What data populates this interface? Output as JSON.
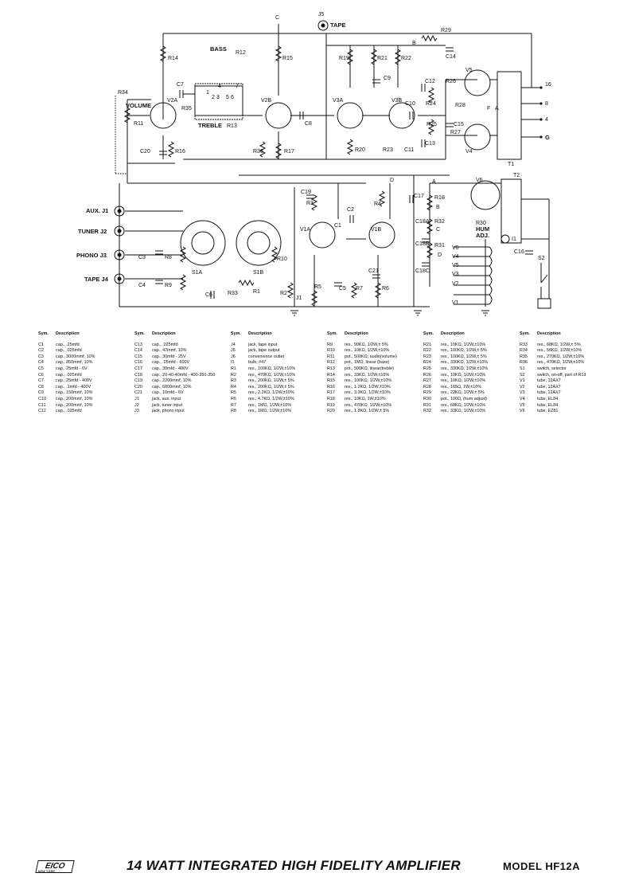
{
  "labels": {
    "c_top": "C",
    "j5": "J5",
    "tape_top": "TAPE",
    "r29": "R29",
    "c14": "C14",
    "r14": "R14",
    "bass": "BASS",
    "r12": "R12",
    "r15": "R15",
    "r19": "R19",
    "r21": "R21",
    "r22": "R22",
    "b_top": "B",
    "c9": "C9",
    "c12": "C12",
    "r26": "R26",
    "v5": "V5",
    "t16": "16",
    "c7": "C7",
    "v2a": "V2A",
    "r34": "R34",
    "volume": "VOLUME",
    "r35": "R35",
    "v2b": "V2B",
    "v3a": "V3A",
    "v3b": "V3B",
    "c10": "C10",
    "r24": "R24",
    "r28": "R28",
    "f": "F",
    "a_mid": "A",
    "t8": "8",
    "r11": "R11",
    "treble": "TREBLE",
    "r13": "R13",
    "c8": "C8",
    "r25": "R25",
    "c15": "C15",
    "t4": "4",
    "r27": "R27",
    "c13": "C13",
    "c11": "C11",
    "v4": "V4",
    "g": "G",
    "c20": "C20",
    "r16": "R16",
    "r36": "R36",
    "r17": "R17",
    "r20": "R20",
    "r23": "R23",
    "t1": "T1",
    "t2": "T2",
    "d": "D",
    "c19": "C19",
    "a_ps": "A",
    "c17": "C17",
    "r18": "R18",
    "v6": "V6",
    "r3": "R3",
    "r4": "R4",
    "b_ps": "B",
    "aux": "AUX. J1",
    "c2": "C2",
    "c18a": "C18A",
    "r32": "R32",
    "c_ps": "C",
    "r30": "R30",
    "hum": "HUM",
    "adj": "ADJ.",
    "tuner": "TUNER J2",
    "v1a": "V1A",
    "v1b": "V1B",
    "c1": "C1",
    "i1": "I1",
    "c18b": "C18B",
    "r31": "R31",
    "d_ps": "D",
    "v6h": "V6",
    "v4h": "V4",
    "v5h": "V5",
    "c16": "C16",
    "s2": "S2",
    "phono": "PHONO J3",
    "c3": "C3",
    "r8": "R8",
    "r10": "R10",
    "c21": "C21",
    "c18c": "C18C",
    "v3h": "V3",
    "r5": "R5",
    "c5": "C5",
    "r7": "R7",
    "r6": "R6",
    "v2h": "V2",
    "tape": "TAPE J4",
    "s1a": "S1A",
    "s1b": "S1B",
    "c4": "C4",
    "r9": "R9",
    "j1": "J1",
    "v1h": "V1",
    "c6": "C6",
    "r33": "R33",
    "r1": "R1",
    "r2": "R2",
    "p1": "1",
    "p2": "2",
    "p3": "3",
    "p4": "4",
    "p5": "5",
    "p6": "6",
    "p7": "7"
  },
  "parts_header": {
    "sym": "Sym.",
    "desc": "Description"
  },
  "parts": [
    [
      [
        "C1",
        "cap., .25mfd"
      ],
      [
        "C2",
        "cap., .025mfd"
      ],
      [
        "C3",
        "cap., 3000mmf, 10%"
      ],
      [
        "C4",
        "cap., 850mmf, 10%"
      ],
      [
        "C5",
        "cap., 25mfd - 6V"
      ],
      [
        "C6",
        "cap., .025mfd"
      ],
      [
        "C7",
        "cap., 25mfd - 400V"
      ],
      [
        "C8",
        "cap., .1mfd - 400V"
      ],
      [
        "C9",
        "cap., 150mmf, 10%"
      ],
      [
        "C10",
        "cap., 200mmf, 10%"
      ],
      [
        "C11",
        "cap., 200mmf, 10%"
      ],
      [
        "C12",
        "cap., .025mfd"
      ]
    ],
    [
      [
        "C13",
        "cap., .025mfd"
      ],
      [
        "C14",
        "cap., 47mmf, 10%"
      ],
      [
        "C15",
        "cap., 30mfd - 25V"
      ],
      [
        "C16",
        "cap., .05mfd - 600V"
      ],
      [
        "C17",
        "cap., 30mfd - 400V"
      ],
      [
        "C18",
        "cap., 20-40-40mfd - 400-350-350"
      ],
      [
        "C19",
        "cap., 2200mmf, 10%"
      ],
      [
        "C20",
        "cap., 6800mmf, 10%"
      ],
      [
        "C21",
        "cap., 10mfd - 6V"
      ],
      [
        "J1",
        "jack, aux, input"
      ],
      [
        "J2",
        "jack, tuner input"
      ],
      [
        "J3",
        "jack, phono input"
      ]
    ],
    [
      [
        "J4",
        "jack, tape input"
      ],
      [
        "J5",
        "jack, tape output"
      ],
      [
        "J6",
        "convenience outlet"
      ],
      [
        "I1",
        "bulb, #47"
      ],
      [
        "R1",
        "res., 100KΩ, 1/2W,±10%"
      ],
      [
        "R2",
        "res., 470KΩ, 1/2W,±10%"
      ],
      [
        "R3",
        "res., 200KΩ, 1/2W,± 5%"
      ],
      [
        "R4",
        "res., 200KΩ, 1/2W,± 5%"
      ],
      [
        "R5",
        "res., 2.2KΩ, 1/2W,±10%"
      ],
      [
        "R6",
        "res., 4.7KΩ, 1/2W,±10%"
      ],
      [
        "R7",
        "res., 1MΩ, 1/2W,±10%"
      ],
      [
        "R8",
        "res., 1MΩ, 1/2W,±10%"
      ]
    ],
    [
      [
        "R9",
        "res., 90KΩ, 1/2W,± 5%"
      ],
      [
        "R10",
        "res., 10KΩ, 1/2W,±10%"
      ],
      [
        "R11",
        "pot., 500KΩ, audio(volume)"
      ],
      [
        "R12",
        "pot., 1MΩ, linear (bass)"
      ],
      [
        "R13",
        "pot., 500KΩ, linear(treble)"
      ],
      [
        "R14",
        "res., 33KΩ, 1/2W,±10%"
      ],
      [
        "R15",
        "res., 100KΩ, 1/2W,±10%"
      ],
      [
        "R16",
        "res., 1.2KΩ, 1/2W,±10%"
      ],
      [
        "R17",
        "res., 3.3KΩ, 1/2W,±10%"
      ],
      [
        "R18",
        "res., 10KΩ, 1W,±10%"
      ],
      [
        "R19",
        "res., 470KΩ, 1/2W,±10%"
      ],
      [
        "R20",
        "res., 1.8KΩ, 1/2W,± 5%"
      ]
    ],
    [
      [
        "R21",
        "res., 10KΩ, 1/2W,±10%"
      ],
      [
        "R22",
        "res., 100KΩ, 1/2W,± 5%"
      ],
      [
        "R23",
        "res., 100KΩ, 1/2W,± 5%"
      ],
      [
        "R24",
        "res., 330KΩ, 1/2W,±10%"
      ],
      [
        "R25",
        "res., 330KΩ, 1/2W,±10%"
      ],
      [
        "R26",
        "res., 10KΩ, 1/2W,±10%"
      ],
      [
        "R27",
        "res., 10KΩ, 1/2W,±10%"
      ],
      [
        "R28",
        "res., 165Ω, 1W,±10%"
      ],
      [
        "R29",
        "res., 22KΩ, 1/2W,± 5%"
      ],
      [
        "R30",
        "pot., 100Ω, (hum adjust)"
      ],
      [
        "R31",
        "res., 68KΩ, 1/2W,±10%"
      ],
      [
        "R32",
        "res., 33KΩ, 1/2W,±10%"
      ]
    ],
    [
      [
        "R33",
        "res., 68KΩ, 1/2W,± 5%"
      ],
      [
        "R34",
        "res., 56KΩ, 1/2W,±10%"
      ],
      [
        "R35",
        "res., 270KΩ, 1/2W,±10%"
      ],
      [
        "R36",
        "res., 470KΩ, 1/2W,±10%"
      ],
      [
        "S1",
        "switch, selector"
      ],
      [
        "S2",
        "switch, on-off, part of R13"
      ],
      [
        "V1",
        "tube, 12AX7"
      ],
      [
        "V2",
        "tube, 12AX7"
      ],
      [
        "V3",
        "tube, 12AX7"
      ],
      [
        "V4",
        "tube, EL84"
      ],
      [
        "V5",
        "tube, EL84"
      ],
      [
        "V6",
        "tube, EZ81"
      ]
    ]
  ],
  "footer": {
    "logo": "EICO",
    "logo_sub": "NEW YORK",
    "title": "14 WATT INTEGRATED HIGH FIDELITY AMPLIFIER",
    "model": "MODEL  HF12A"
  }
}
